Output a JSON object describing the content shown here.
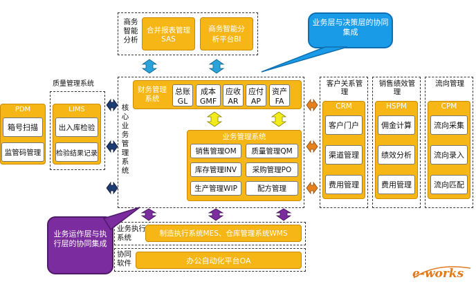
{
  "bi_section": {
    "label": "商务智能分析",
    "box1": "合并报表管理SAS",
    "box2": "商务智能分析平台BI"
  },
  "callout_top": "业务层与决策层的协同集成",
  "callout_bottom": "业务运作层与执行层的协同集成",
  "quality": {
    "label": "质量管理系统",
    "pdm": {
      "title": "PDM",
      "items": [
        "箱号扫描",
        "监管码管理"
      ]
    },
    "lims": {
      "title": "LIMS",
      "items": [
        "出入库检验",
        "检验结果记录"
      ]
    }
  },
  "core": {
    "label": "核心业务管理系统",
    "finance": {
      "title": "财务管理系统",
      "items": [
        "总账GL",
        "成本GMF",
        "应收AR",
        "应付AP",
        "资产FA"
      ]
    },
    "business": {
      "title": "业务管理系统",
      "items": [
        "销售管理OM",
        "质量管理QM",
        "库存管理INV",
        "采购管理PO",
        "生产管理WIP",
        "配方管理"
      ]
    }
  },
  "execution": {
    "label": "业务执行系统",
    "content": "制造执行系统MES、仓库管理系统WMS"
  },
  "collab": {
    "label": "协同软件",
    "content": "办公自动化平台OA"
  },
  "crm": {
    "label": "客户关系管理",
    "title": "CRM",
    "items": [
      "客户门户",
      "渠道管理",
      "费用管理"
    ]
  },
  "hspm": {
    "label": "销售绩效管理",
    "title": "HSPM",
    "items": [
      "佣金计算",
      "绩效分析",
      "费用管理"
    ]
  },
  "cpm": {
    "label": "流向管理",
    "title": "CPM",
    "items": [
      "流向采集",
      "流向录入",
      "流向匹配"
    ]
  },
  "watermark": "e-works",
  "colors": {
    "orange": "#f6b616",
    "callout_blue": "#1a9be8",
    "callout_purple": "#7b2c9e",
    "arrow_cyan": "#29a3d9",
    "arrow_yellow": "#f3ec1c",
    "arrow_purple": "#7b2c9e",
    "arrow_navy": "#1f3b73",
    "arrow_orange": "#e6821e"
  }
}
